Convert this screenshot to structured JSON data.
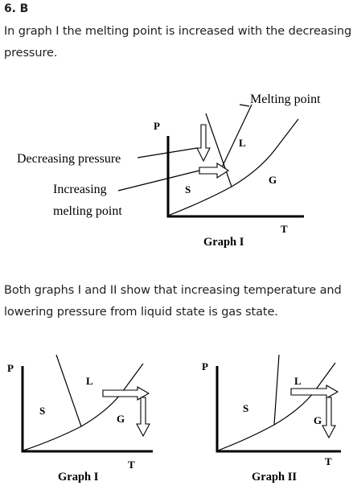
{
  "heading": "6. B",
  "para1": "In graph I the melting point is increased with the decreasing pressure.",
  "para2": "Both graphs I and II show that increasing temperature and lowering pressure from liquid state is gas state.",
  "figure1": {
    "melting_point_label": "Melting point",
    "decreasing_pressure_label": "Decreasing pressure",
    "increasing_label": "Increasing",
    "melting_point_label2": "melting point",
    "p": "P",
    "t": "T",
    "s": "S",
    "l": "L",
    "g": "G",
    "caption": "Graph I"
  },
  "graph1": {
    "p": "P",
    "t": "T",
    "s": "S",
    "l": "L",
    "g": "G",
    "caption": "Graph I"
  },
  "graph2": {
    "p": "P",
    "t": "T",
    "s": "S",
    "l": "L",
    "g": "G",
    "caption": "Graph II"
  }
}
